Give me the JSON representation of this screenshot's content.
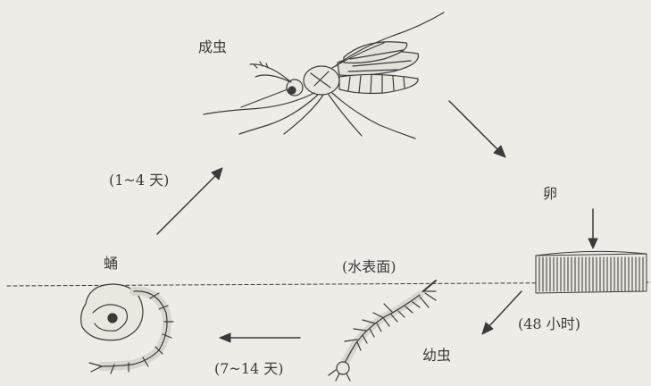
{
  "labels": {
    "adult": "成虫",
    "egg": "卵",
    "pupa": "蛹",
    "larva": "幼虫",
    "water_surface": "(水表面)",
    "duration_pupa_to_adult": "(1~4 天)",
    "duration_egg_to_larva": "(48 小时)",
    "duration_larva_to_pupa": "(7~14 天)"
  },
  "colors": {
    "background": "#eeece6",
    "ink": "#3a3a3a"
  }
}
